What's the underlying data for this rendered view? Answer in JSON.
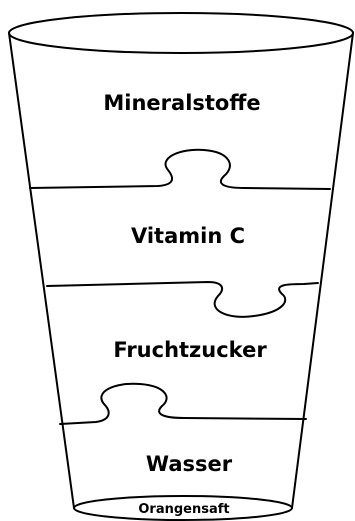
{
  "diagram": {
    "layers": [
      {
        "label": "Mineralstoffe"
      },
      {
        "label": "Vitamin C"
      },
      {
        "label": "Fruchtzucker"
      },
      {
        "label": "Wasser"
      }
    ],
    "base_label": "Orangensaft",
    "line_color": "#000000",
    "background_color": "#ffffff"
  }
}
